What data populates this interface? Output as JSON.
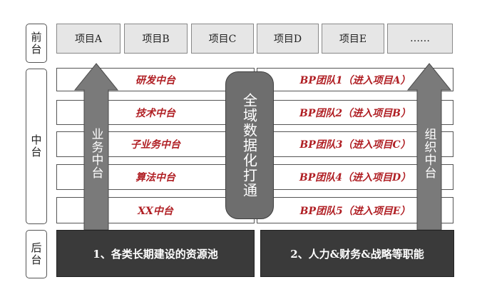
{
  "layers": {
    "front": "前台",
    "middle": "中台",
    "back": "后台"
  },
  "projects": [
    "项目A",
    "项目B",
    "项目C",
    "项目D",
    "项目E",
    "……"
  ],
  "middle_left": [
    "研发中台",
    "技术中台",
    "子业务中台",
    "算法中台",
    "XX中台"
  ],
  "middle_right": [
    "BP团队1（进入项目A）",
    "BP团队2（进入项目B）",
    "BP团队3（进入项目C）",
    "BP团队4（进入项目D）",
    "BP团队5（进入项目E）"
  ],
  "arrows": {
    "left": "业务中台",
    "right": "组织中台"
  },
  "center_pill": "全域数据化打通",
  "back_boxes": {
    "left": "1、各类长期建设的资源池",
    "right": "2、人力&财务&战略等职能"
  },
  "colors": {
    "highlight_text": "#b01f24",
    "arrow_fill": "#7a7a7a",
    "back_fill": "#3a3a3a",
    "project_fill": "#e6e6e6"
  }
}
